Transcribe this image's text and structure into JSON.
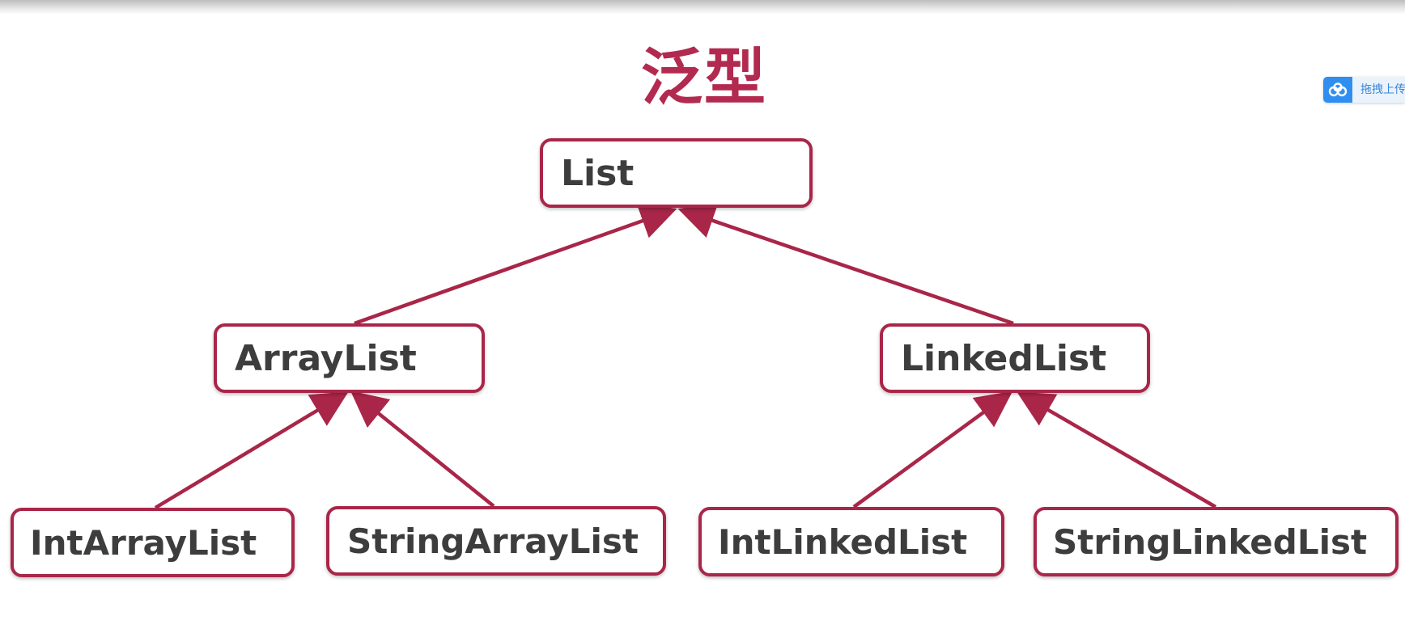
{
  "title": "泛型",
  "diagram": {
    "nodes": {
      "list": "List",
      "arraylist": "ArrayList",
      "linkedlist": "LinkedList",
      "intarraylist": "IntArrayList",
      "stringarraylist": "StringArrayList",
      "intlinkedlist": "IntLinkedList",
      "stringlinkedlist": "StringLinkedList"
    },
    "edges": [
      {
        "from": "arraylist",
        "to": "list"
      },
      {
        "from": "linkedlist",
        "to": "list"
      },
      {
        "from": "intarraylist",
        "to": "arraylist"
      },
      {
        "from": "stringarraylist",
        "to": "arraylist"
      },
      {
        "from": "intlinkedlist",
        "to": "linkedlist"
      },
      {
        "from": "stringlinkedlist",
        "to": "linkedlist"
      }
    ],
    "line_color": "#a92649"
  },
  "upload_widget": {
    "label": "拖拽上传",
    "icon": "cloud-icon"
  }
}
